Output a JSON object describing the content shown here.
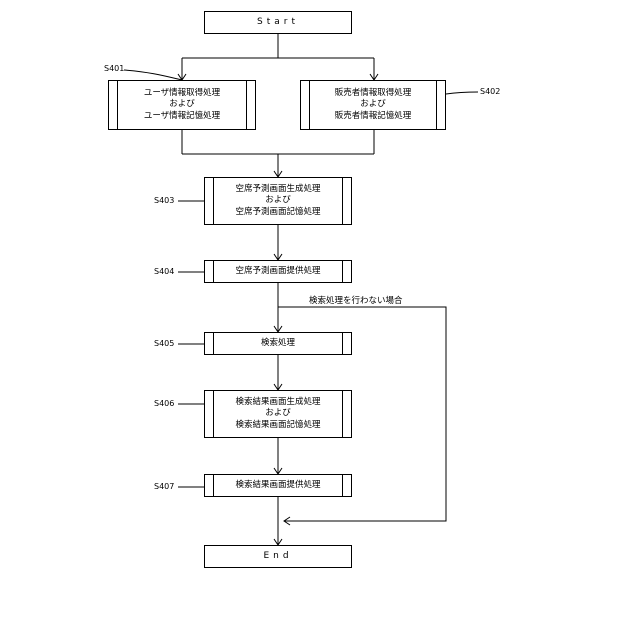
{
  "terminals": {
    "start": "Start",
    "end": "End"
  },
  "steps": {
    "s401": {
      "id": "S401",
      "text": "ユーザ情報取得処理\nおよび\nユーザ情報記憶処理"
    },
    "s402": {
      "id": "S402",
      "text": "販売者情報取得処理\nおよび\n販売者情報記憶処理"
    },
    "s403": {
      "id": "S403",
      "text": "空席予測画面生成処理\nおよび\n空席予測画面記憶処理"
    },
    "s404": {
      "id": "S404",
      "text": "空席予測画面提供処理"
    },
    "s405": {
      "id": "S405",
      "text": "検索処理"
    },
    "s406": {
      "id": "S406",
      "text": "検索結果画面生成処理\nおよび\n検索結果画面記憶処理"
    },
    "s407": {
      "id": "S407",
      "text": "検索結果画面提供処理"
    }
  },
  "branch_note": "検索処理を行わない場合"
}
